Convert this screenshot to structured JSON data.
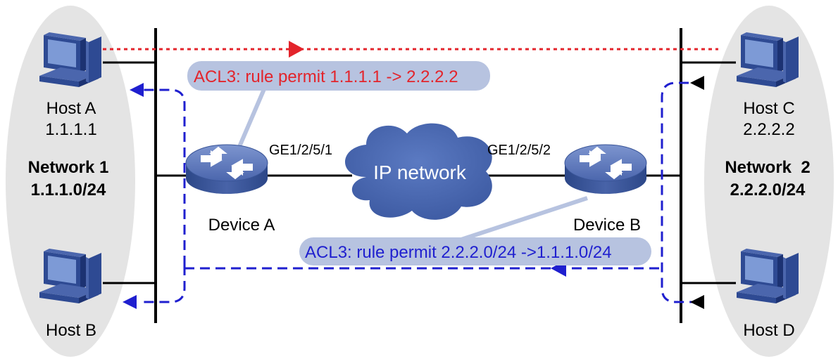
{
  "network1": {
    "name": "Network 1",
    "subnet": "1.1.1.0/24"
  },
  "network2": {
    "name": "Network  2",
    "subnet": "2.2.2.0/24"
  },
  "hosts": {
    "a": {
      "name": "Host A",
      "ip": "1.1.1.1"
    },
    "b": {
      "name": "Host B"
    },
    "c": {
      "name": "Host C",
      "ip": "2.2.2.2"
    },
    "d": {
      "name": "Host D"
    }
  },
  "devices": {
    "a": {
      "name": "Device A",
      "port": "GE1/2/5/1"
    },
    "b": {
      "name": "Device B",
      "port": "GE1/2/5/2"
    }
  },
  "cloud": {
    "label": "IP network"
  },
  "acl": {
    "device_a": "ACL3: rule permit 1.1.1.1 -> 2.2.2.2",
    "device_b": "ACL3: rule permit 2.2.2.0/24 ->1.1.1.0/24"
  },
  "colors": {
    "permit_red": "#e3242b",
    "permit_blue": "#1f1fcf",
    "callout_fill": "#b7c3e0",
    "ellipse_fill": "#e4e4e4",
    "device_fill": "#4a67ad"
  }
}
